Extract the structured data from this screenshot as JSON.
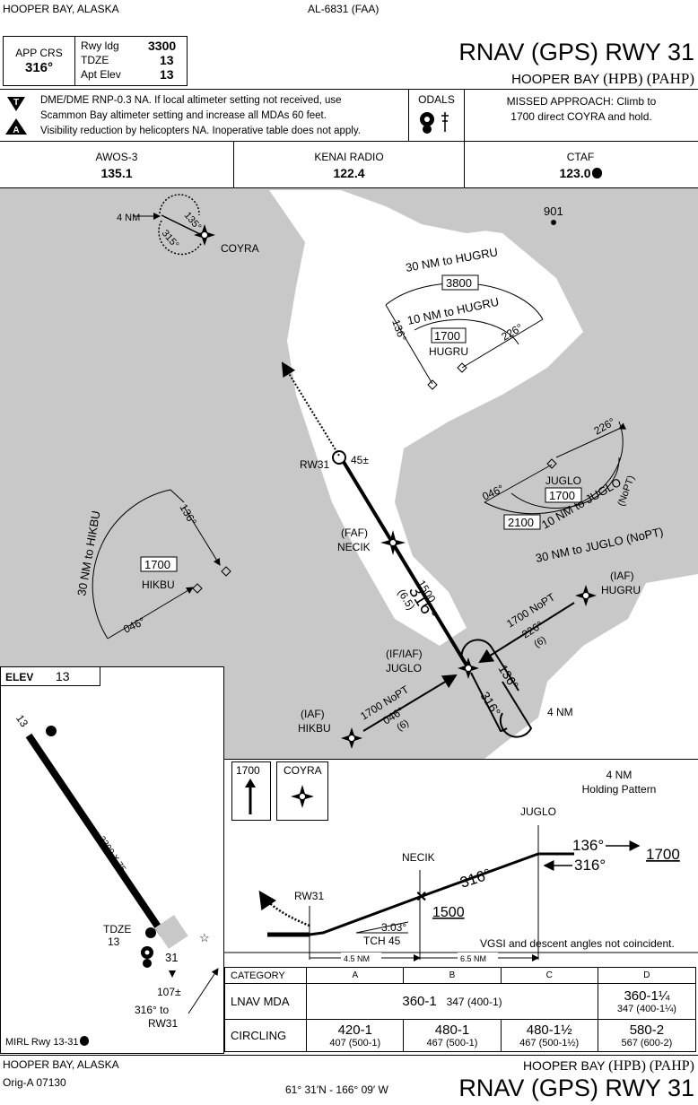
{
  "header": {
    "location": "HOOPER BAY, ALASKA",
    "chart_id": "AL-6831 (FAA)",
    "app_crs_label": "APP CRS",
    "app_crs_value": "316°",
    "rwy_ldg_label": "Rwy ldg",
    "rwy_ldg_value": "3300",
    "tdze_label": "TDZE",
    "tdze_value": "13",
    "apt_elev_label": "Apt Elev",
    "apt_elev_value": "13",
    "title": "RNAV (GPS) RWY 31",
    "airport_name": "HOOPER BAY",
    "airport_ids": "(HPB) (PAHP)"
  },
  "notes": {
    "line1": "DME/DME RNP-0.3 NA.  If local altimeter setting not received, use",
    "line2": "Scammon Bay altimeter setting and increase all MDAs 60 feet.",
    "line3": "Visibility reduction by helicopters NA.  Inoperative table does not apply.",
    "odals_label": "ODALS",
    "missed_approach_line1": "MISSED APPROACH: Climb to",
    "missed_approach_line2": "1700 direct COYRA and hold."
  },
  "comms": [
    {
      "name": "AWOS-3",
      "freq": "135.1"
    },
    {
      "name": "KENAI RADIO",
      "freq": "122.4"
    },
    {
      "name": "CTAF",
      "freq": "123.0"
    }
  ],
  "plan_view": {
    "coyra": {
      "name": "COYRA",
      "dist": "4 NM",
      "course_in": "135°",
      "course_out": "315°"
    },
    "obstacle": "901",
    "hugru_taa": {
      "outer": "30 NM to HUGRU",
      "outer_alt": "3800",
      "inner": "10 NM to HUGRU",
      "inner_alt": "1700",
      "brg_left": "136°",
      "brg_right": "226°",
      "name": "HUGRU"
    },
    "juglo_taa": {
      "name": "JUGLO",
      "alt_inner": "1700",
      "alt_outer": "2100",
      "inner": "10 NM to JUGLO",
      "nopt": "(NoPT)",
      "outer": "30 NM to JUGLO (NoPT)",
      "brg_top": "226°",
      "brg_left": "046°"
    },
    "hikbu_taa": {
      "arc": "30 NM to HIKBU",
      "brg_top": "136°",
      "brg_bottom": "046°",
      "alt": "1700",
      "name": "HIKBU"
    },
    "rw31": "RW31",
    "rw31_elev": "45±",
    "faf_label": "(FAF)",
    "faf_name": "NECIK",
    "final_alt": "1500",
    "final_course": "316°",
    "final_dist": "(6.5)",
    "iaf_hugru_label": "(IAF)",
    "iaf_hugru": "HUGRU",
    "hugru_leg_nopt": "1700 NoPT",
    "hugru_leg_crs": "226°",
    "hugru_leg_dist": "(6)",
    "if_iaf_label": "(IF/IAF)",
    "if_iaf_name": "JUGLO",
    "hold_out": "136°",
    "hold_in": "316°",
    "hold_dist": "4 NM",
    "iaf_hikbu_label": "(IAF)",
    "iaf_hikbu": "HIKBU",
    "hikbu_leg_nopt": "1700 NoPT",
    "hikbu_leg_crs": "046°",
    "hikbu_leg_dist": "(6)"
  },
  "airport": {
    "elev_label": "ELEV",
    "elev_value": "13",
    "rwy_13": "13",
    "rwy_31": "31",
    "rwy_dims": "3300 X 75",
    "tdze_label": "TDZE",
    "tdze_value": "13",
    "obstacle": "107±",
    "course_note_1": "316° to",
    "course_note_2": "RW31",
    "lighting": "MIRL Rwy 13-31"
  },
  "profile": {
    "mapc_alt": "1700",
    "mapc_fix": "COYRA",
    "holding_1": "4 NM",
    "holding_2": "Holding Pattern",
    "juglo": "JUGLO",
    "crs_out": "136°",
    "crs_in": "316°",
    "alt_1700": "1700",
    "necik": "NECIK",
    "final_crs": "316°",
    "alt_1500": "1500",
    "rw31": "RW31",
    "gp_angle": "3.03°",
    "tch": "TCH 45",
    "vgsi_note": "VGSI and descent angles not coincident.",
    "dist_1": "4.5 NM",
    "dist_2": "6.5 NM"
  },
  "minimums": {
    "category_label": "CATEGORY",
    "categories": [
      "A",
      "B",
      "C",
      "D"
    ],
    "lnav_label": "LNAV MDA",
    "lnav_abc_main": "360-1",
    "lnav_abc_sub": "347 (400-1)",
    "lnav_d_main": "360-1¼",
    "lnav_d_sub": "347 (400-1¼)",
    "circling_label": "CIRCLING",
    "circling": [
      {
        "main": "420-1",
        "sub": "407 (500-1)"
      },
      {
        "main": "480-1",
        "sub": "467 (500-1)"
      },
      {
        "main": "480-1½",
        "sub": "467 (500-1½)"
      },
      {
        "main": "580-2",
        "sub": "567 (600-2)"
      }
    ]
  },
  "footer": {
    "location": "HOOPER BAY, ALASKA",
    "orig": "Orig-A  07130",
    "coords": "61° 31′N - 166° 09′ W",
    "airport_name": "HOOPER BAY",
    "airport_ids": "(HPB) (PAHP)",
    "title": "RNAV (GPS) RWY 31"
  },
  "colors": {
    "land": "#c8c8c8",
    "ink": "#000000",
    "paper": "#ffffff"
  }
}
